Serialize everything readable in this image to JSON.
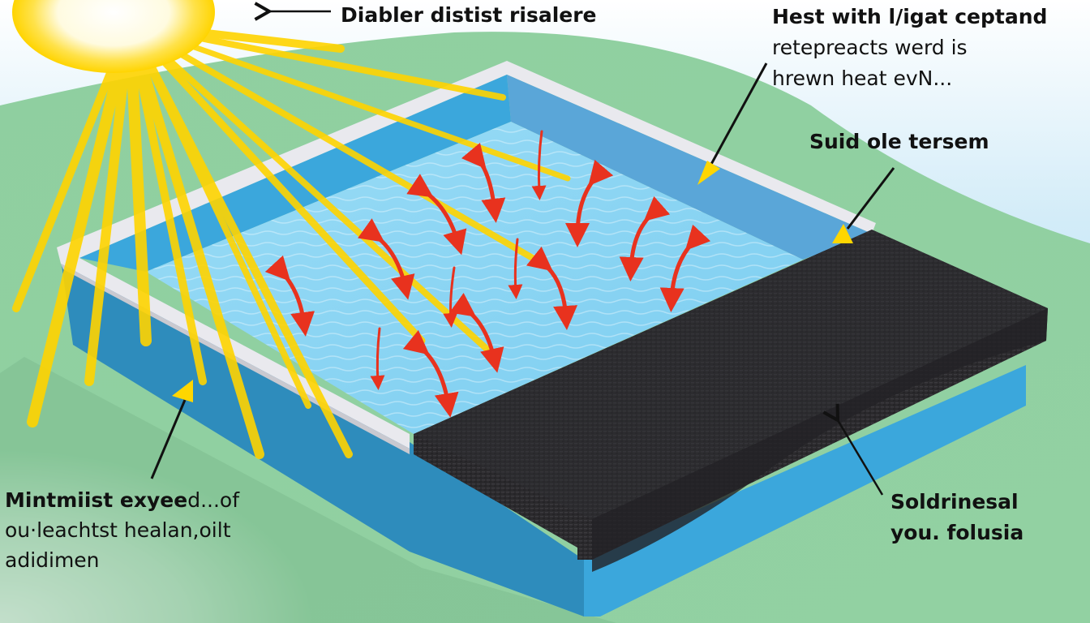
{
  "labels": {
    "top_center": "Diabler distist risalere",
    "top_right": {
      "line1": "Hest with l/igat ceptand",
      "line2": "retepreacts werd is",
      "line3": "hrewn heat evN..."
    },
    "right_mid": "Suid ole tersem",
    "bottom_left": {
      "line1_bold": "Mintmiist exyee",
      "line1_rest": "d...of",
      "line2": "ou·leachtst healan,oilt",
      "line3": "adidimen"
    },
    "bottom_right": {
      "line1": "Soldrinesal",
      "line2": "you.  folusia"
    }
  },
  "colors": {
    "sky": "#a9dcf5",
    "grass": "#8fcfa0",
    "pool_wall": "#3ba7dc",
    "pool_wall_dark": "#2e8cbc",
    "water": "#8fd6f4",
    "rim": "#e9e9ee",
    "cover": "#2b2a2d",
    "sun": "#ffd400",
    "heat_arrow": "#e8321e",
    "pointer": "#ffd600"
  },
  "icons": {
    "sun": "sun-icon",
    "heat_arrow": "heat-arrow-icon",
    "callout_arrow": "callout-arrow-icon"
  }
}
